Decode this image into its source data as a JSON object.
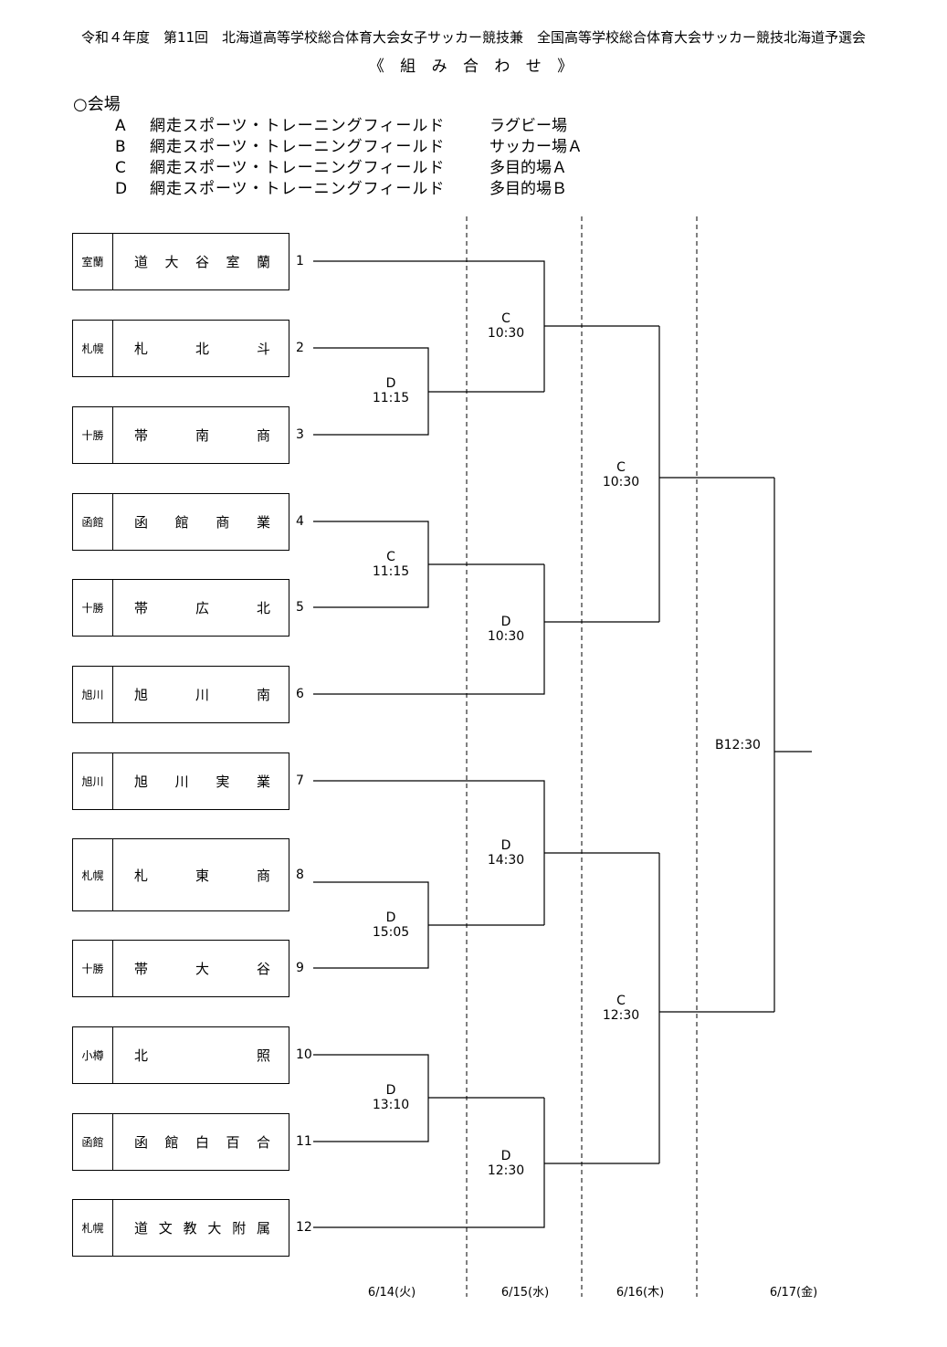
{
  "header": {
    "title": "令和４年度　第11回　北海道高等学校総合体育大会女子サッカー競技兼　全国高等学校総合体育大会サッカー競技北海道予選会",
    "subtitle": "《 組 み 合 わ せ 》"
  },
  "venues": {
    "heading": "○会場",
    "items": [
      {
        "letter": "A",
        "place": "網走スポーツ・トレーニングフィールド",
        "field": "ラグビー場"
      },
      {
        "letter": "B",
        "place": "網走スポーツ・トレーニングフィールド",
        "field": "サッカー場Ａ"
      },
      {
        "letter": "C",
        "place": "網走スポーツ・トレーニングフィールド",
        "field": "多目的場Ａ"
      },
      {
        "letter": "D",
        "place": "網走スポーツ・トレーニングフィールド",
        "field": "多目的場Ｂ"
      }
    ]
  },
  "teams": [
    {
      "seed": "1",
      "region": "室蘭",
      "school": [
        "道",
        "大",
        "谷",
        "室",
        "蘭"
      ]
    },
    {
      "seed": "2",
      "region": "札幌",
      "school": [
        "札",
        "北",
        "斗"
      ]
    },
    {
      "seed": "3",
      "region": "十勝",
      "school": [
        "帯",
        "南",
        "商"
      ]
    },
    {
      "seed": "4",
      "region": "函館",
      "school": [
        "函",
        "館",
        "商",
        "業"
      ]
    },
    {
      "seed": "5",
      "region": "十勝",
      "school": [
        "帯",
        "広",
        "北"
      ]
    },
    {
      "seed": "6",
      "region": "旭川",
      "school": [
        "旭",
        "川",
        "南"
      ]
    },
    {
      "seed": "7",
      "region": "旭川",
      "school": [
        "旭",
        "川",
        "実",
        "業"
      ]
    },
    {
      "seed": "8",
      "region": "札幌",
      "school": [
        "札",
        "東",
        "商"
      ]
    },
    {
      "seed": "9",
      "region": "十勝",
      "school": [
        "帯",
        "大",
        "谷"
      ]
    },
    {
      "seed": "10",
      "region": "小樽",
      "school": [
        "北",
        "照"
      ]
    },
    {
      "seed": "11",
      "region": "函館",
      "school": [
        "函",
        "館",
        "白",
        "百",
        "合"
      ]
    },
    {
      "seed": "12",
      "region": "札幌",
      "school": [
        "道",
        "文",
        "教",
        "大",
        "附",
        "属"
      ]
    }
  ],
  "matches": [
    {
      "venue": "D",
      "time": "11:15"
    },
    {
      "venue": "C",
      "time": "11:15"
    },
    {
      "venue": "D",
      "time": "15:05"
    },
    {
      "venue": "D",
      "time": "13:10"
    },
    {
      "venue": "C",
      "time": "10:30"
    },
    {
      "venue": "D",
      "time": "10:30"
    },
    {
      "venue": "D",
      "time": "14:30"
    },
    {
      "venue": "D",
      "time": "12:30"
    },
    {
      "venue": "C",
      "time": "10:30"
    },
    {
      "venue": "C",
      "time": "12:30"
    },
    {
      "label": "B12:30"
    }
  ],
  "dates": [
    "6/14(火)",
    "6/15(水)",
    "6/16(木)",
    "6/17(金)"
  ]
}
